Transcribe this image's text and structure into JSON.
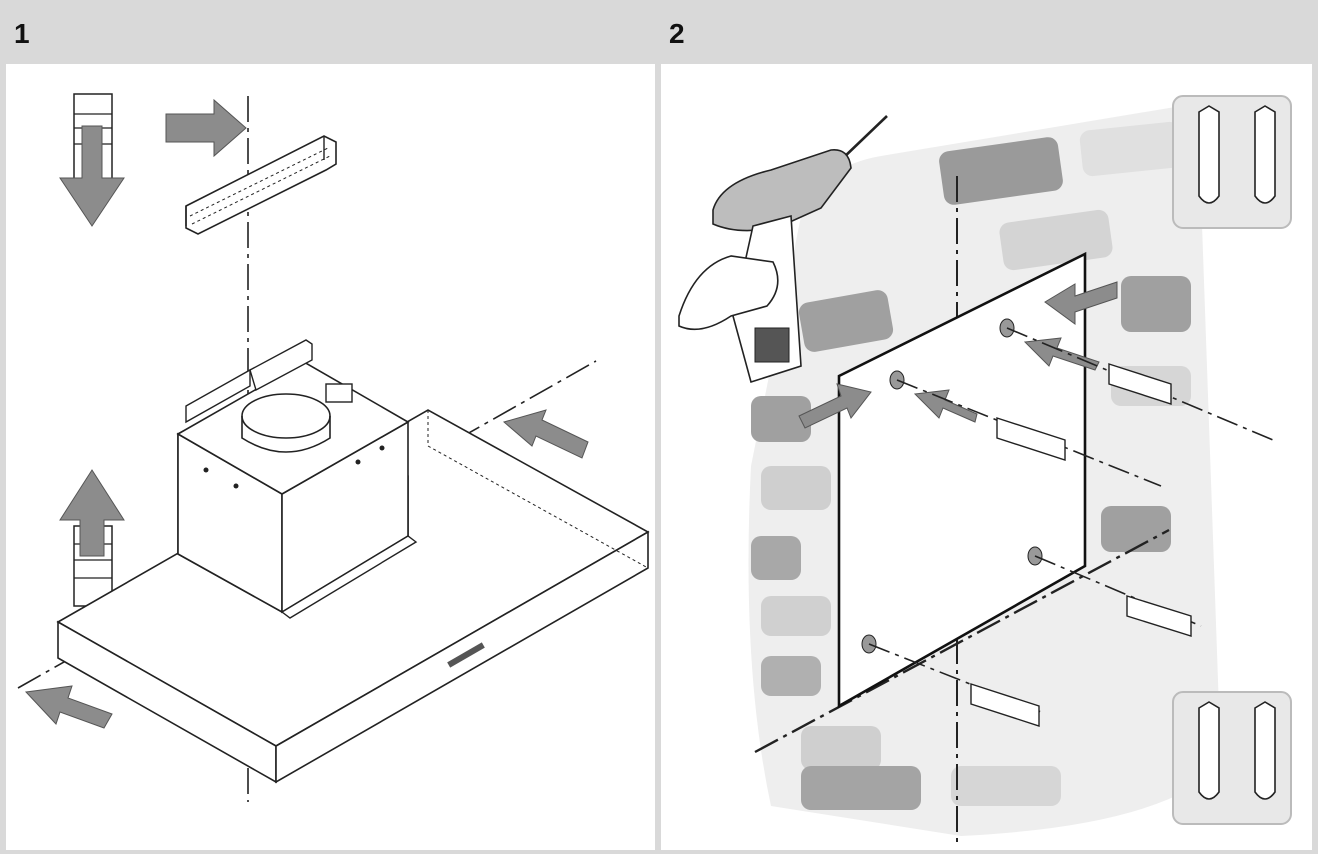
{
  "steps": [
    {
      "number": "1"
    },
    {
      "number": "2"
    }
  ],
  "icons": {
    "panel1": [
      "hood-body-diagram",
      "bracket-icon",
      "duct-strip-icon",
      "arrow-icon"
    ],
    "panel2": [
      "drill-icon",
      "wall-plug-icon",
      "mounting-template",
      "brick-wall"
    ]
  },
  "colors": {
    "header_bg": "#d9d9d9",
    "arrow_fill": "#8c8c8c",
    "line": "#222222",
    "brick": "#c9c9c9"
  }
}
